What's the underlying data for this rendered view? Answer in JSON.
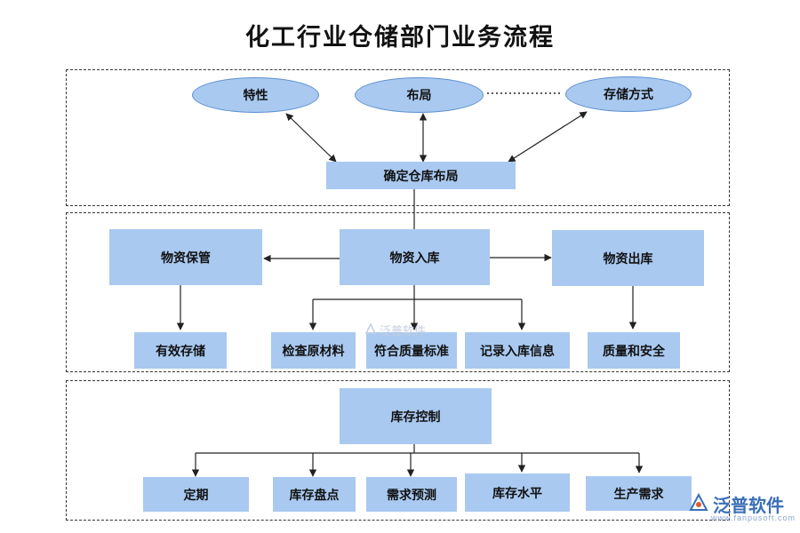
{
  "title": "化工行业仓储部门业务流程",
  "nodes": {
    "feature": "特性",
    "layout": "布局",
    "storage_method": "存储方式",
    "determine_layout": "确定仓库布局",
    "material_custody": "物资保管",
    "material_inbound": "物资入库",
    "material_outbound": "物资出库",
    "effective_storage": "有效存储",
    "inspect_materials": "检查原材料",
    "meet_quality": "符合质量标准",
    "record_inbound": "记录入库信息",
    "quality_safety": "质量和安全",
    "inventory_control": "库存控制",
    "periodic": "定期",
    "stock_count": "库存盘点",
    "demand_forecast": "需求预测",
    "stock_level": "库存水平",
    "production_demand": "生产需求"
  },
  "watermark": "泛普软件",
  "logo": {
    "name": "泛普软件",
    "url": "www.fanpusoft.com"
  },
  "colors": {
    "node_fill": "#a9c9f0",
    "node_border": "#5b8fd0",
    "line": "#222222",
    "logo": "#3a6fb8"
  }
}
